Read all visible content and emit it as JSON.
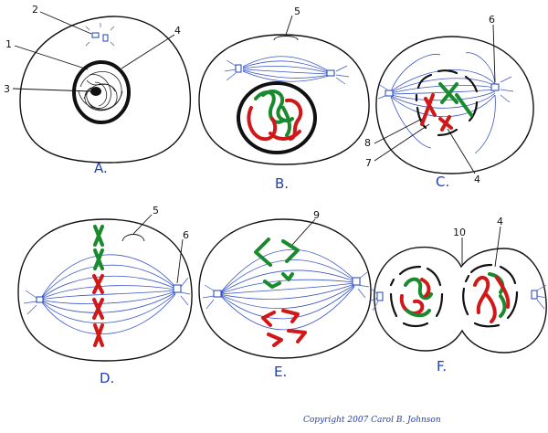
{
  "panels": [
    {
      "id": "A",
      "label": "A."
    },
    {
      "id": "B",
      "label": "B."
    },
    {
      "id": "C",
      "label": "C."
    },
    {
      "id": "D",
      "label": "D."
    },
    {
      "id": "E",
      "label": "E."
    },
    {
      "id": "F",
      "label": "F."
    }
  ],
  "numbers": {
    "a_2": "2",
    "a_1": "1",
    "a_3": "3",
    "a_4": "4",
    "b_5": "5",
    "c_6": "6",
    "c_8": "8",
    "c_7": "7",
    "c_4": "4",
    "d_5": "5",
    "d_6": "6",
    "e_9": "9",
    "f_10": "10",
    "f_4": "4"
  },
  "copyright": "Copyright 2007 Carol B. Johnson",
  "colors": {
    "ink": "#111111",
    "label_blue": "#1f3fb5",
    "spindle_blue": "#3a55c8",
    "chromosome_red": "#d01818",
    "chromosome_green": "#1a8a2e"
  }
}
